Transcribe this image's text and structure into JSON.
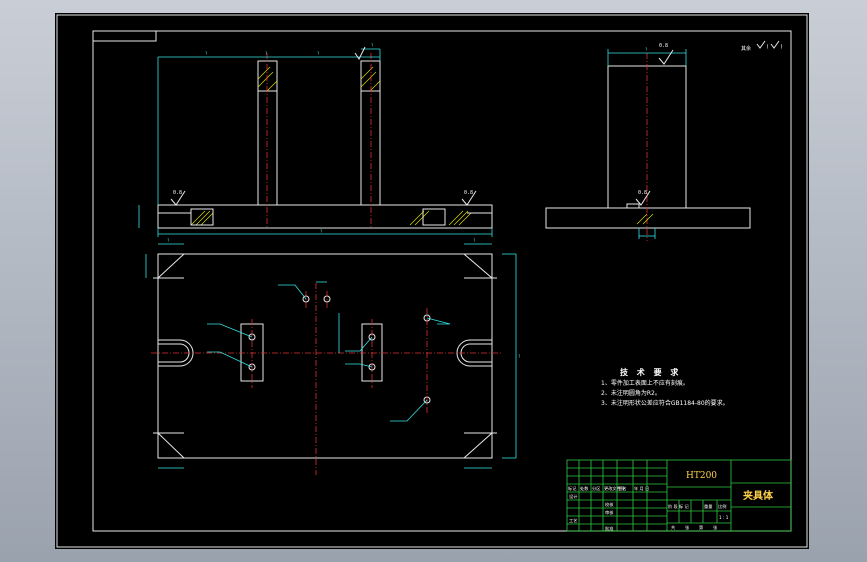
{
  "drawing": {
    "material": "HT200",
    "part_name": "夹具体",
    "roughness_label": "0.8",
    "rest_roughness": "其余",
    "tech_requirements": {
      "title": "技 术 要 求",
      "items": [
        "1、零件加工表面上不应有刻痕。",
        "2、未注明圆角为R2。",
        "3、未注明形状公差应符合GB1184-80的要求。"
      ]
    },
    "title_block": {
      "scale_label": "比例",
      "sheet": "1 : 1",
      "rows": [
        "设计",
        "校核",
        "审核",
        "工艺",
        "批准"
      ],
      "headers": [
        "标记",
        "处数",
        "分区",
        "更改文件号",
        "签名",
        "年 月 日"
      ],
      "weight_headers": [
        "阶 段 标 记",
        "重量",
        "比例"
      ],
      "sheets": [
        "共",
        "张",
        "第",
        "张"
      ]
    },
    "dimension_labels": [
      "?",
      "?",
      "?",
      "?",
      "?",
      "?",
      "?",
      "?",
      "?"
    ]
  },
  "colors": {
    "background": "#000000",
    "outline": "#e8e8e8",
    "dimension": "#34e4e4",
    "centerline": "#e03030",
    "titleblock": "#2ecc40",
    "hatch": "#e6e600"
  }
}
